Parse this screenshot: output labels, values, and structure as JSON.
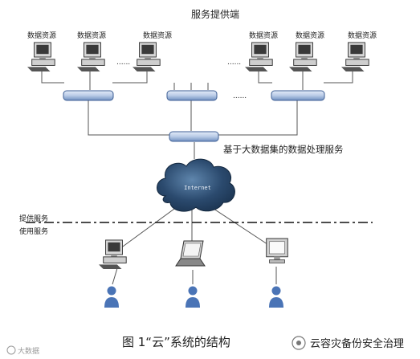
{
  "diagram": {
    "top_title": "服务提供端",
    "resource_label": "数据资源",
    "ellipsis": "......",
    "big_data_service": "基于大数据集的数据处理服务",
    "cloud_label": "Internet",
    "provide_service": "提供服务",
    "use_service": "使用服务",
    "caption": "图 1“云”系统的结构",
    "watermark": "云容灾备份安全治理",
    "corner_mark": "大数据"
  },
  "colors": {
    "hub_fill": "#b9cbe6",
    "hub_stroke": "#3d5e94",
    "cloud_dark": "#1c3552",
    "cloud_light": "#5f86ad",
    "person": "#4a74b6"
  }
}
